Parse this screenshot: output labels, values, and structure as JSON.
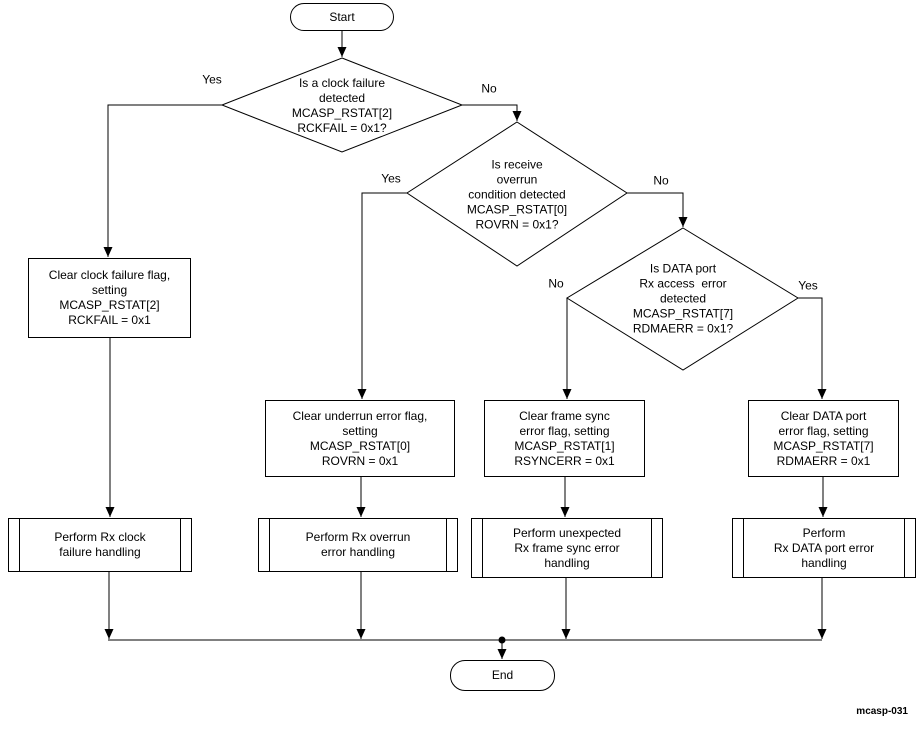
{
  "figure": {
    "id": "mcasp-031"
  },
  "colors": {
    "line": "#000000",
    "background": "#ffffff",
    "text": "#000000"
  },
  "nodes": {
    "start": {
      "label": "Start"
    },
    "end": {
      "label": "End"
    },
    "decision_clock_failure": {
      "label": "Is a clock failure\ndetected\nMCASP_RSTAT[2]\nRCKFAIL = 0x1?",
      "yes_label": "Yes",
      "no_label": "No"
    },
    "decision_receive_overrun": {
      "label": "Is receive\noverrun\ncondition detected\nMCASP_RSTAT[0]\nROVRN = 0x1?",
      "yes_label": "Yes",
      "no_label": "No"
    },
    "decision_data_port_error": {
      "label": "Is DATA port\nRx access  error\ndetected\nMCASP_RSTAT[7]\nRDMAERR = 0x1?",
      "yes_label": "Yes",
      "no_label": "No"
    },
    "clear_clock_failure": {
      "label": "Clear clock failure flag,\nsetting\nMCASP_RSTAT[2]\nRCKFAIL = 0x1"
    },
    "clear_underrun_error": {
      "label": "Clear underrun error flag,\nsetting\nMCASP_RSTAT[0]\nROVRN = 0x1"
    },
    "clear_frame_sync_error": {
      "label": "Clear frame sync\nerror flag, setting\nMCASP_RSTAT[1]\nRSYNCERR = 0x1"
    },
    "clear_data_port_error": {
      "label": "Clear DATA port\nerror flag, setting\nMCASP_RSTAT[7]\nRDMAERR = 0x1"
    },
    "perform_clock_failure": {
      "label": "Perform Rx clock\nfailure handling"
    },
    "perform_overrun": {
      "label": "Perform Rx overrun\nerror handling"
    },
    "perform_frame_sync": {
      "label": "Perform unexpected\nRx frame sync error\nhandling"
    },
    "perform_data_port": {
      "label": "Perform\nRx DATA port error\nhandling"
    }
  }
}
